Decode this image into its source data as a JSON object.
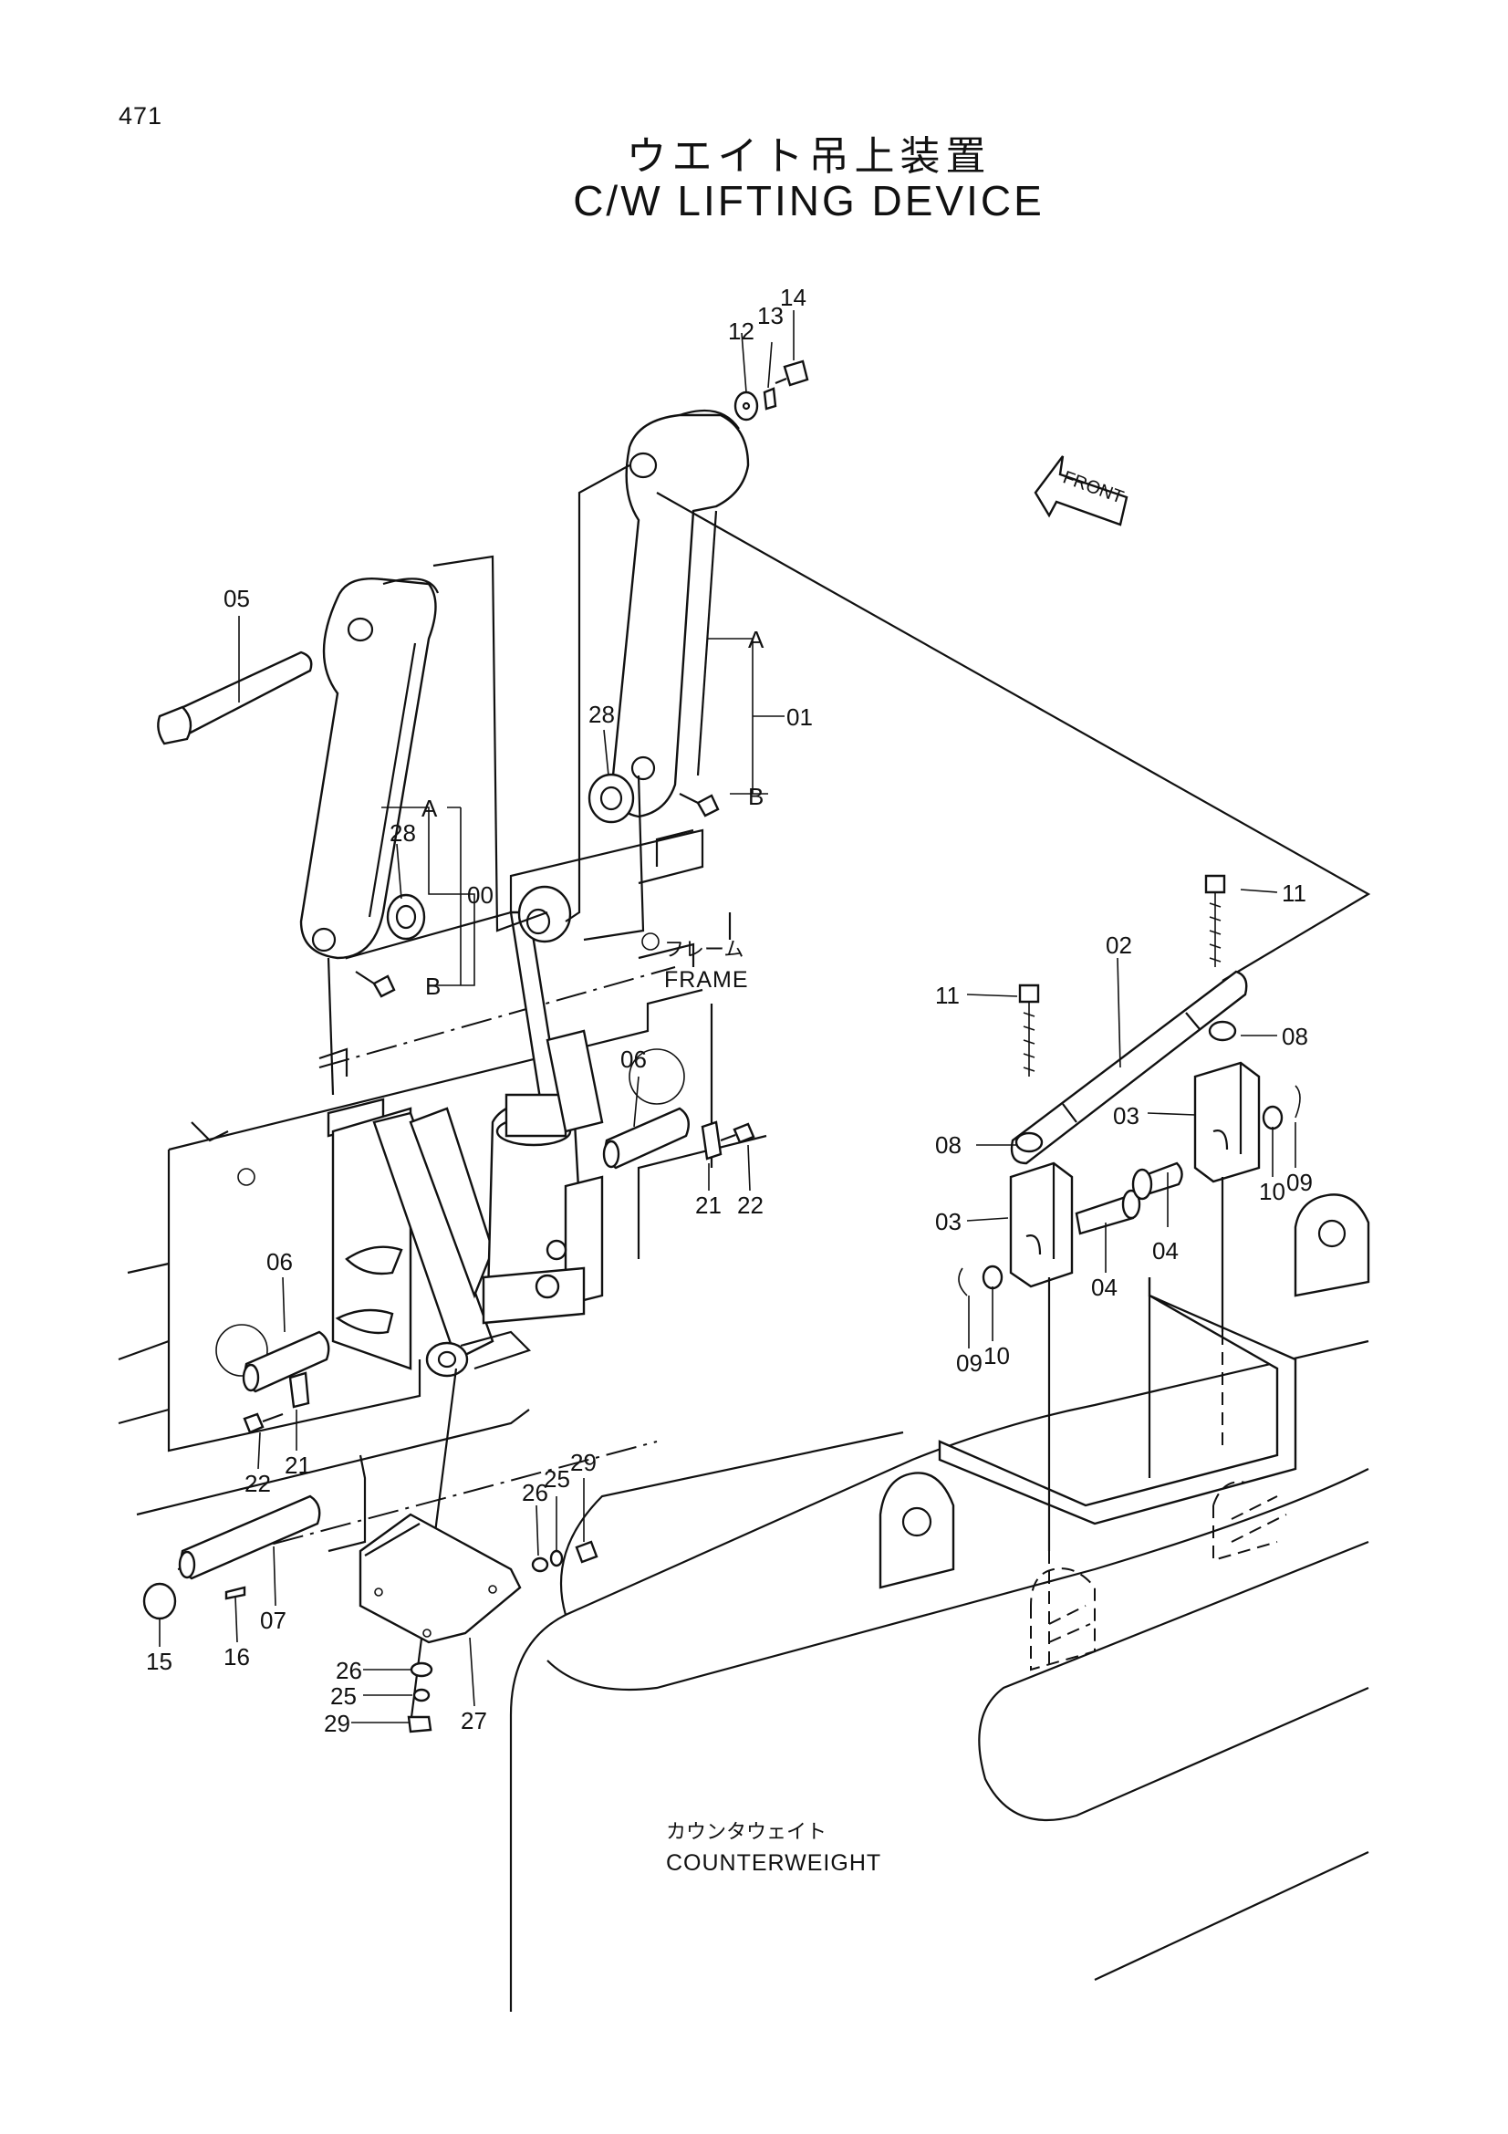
{
  "page_number": "471",
  "title_jp": "ウエイト吊上装置",
  "title_en": "C/W LIFTING DEVICE",
  "front_label": "FRONT",
  "frame_label_jp": "フレーム",
  "frame_label_en": "FRAME",
  "counterweight_label_jp": "カウンタウェイト",
  "counterweight_label_en": "COUNTERWEIGHT",
  "callouts": {
    "c00": "00",
    "c01": "01",
    "c02": "02",
    "c03a": "03",
    "c03b": "03",
    "c04a": "04",
    "c04b": "04",
    "c05": "05",
    "c06a": "06",
    "c06b": "06",
    "c07": "07",
    "c08a": "08",
    "c08b": "08",
    "c09a": "09",
    "c09b": "09",
    "c10a": "10",
    "c10b": "10",
    "c11a": "11",
    "c11b": "11",
    "c12": "12",
    "c13": "13",
    "c14": "14",
    "c15": "15",
    "c16": "16",
    "c21a": "21",
    "c21b": "21",
    "c22a": "22",
    "c22b": "22",
    "c25a": "25",
    "c25b": "25",
    "c26a": "26",
    "c26b": "26",
    "c27": "27",
    "c28a": "28",
    "c28b": "28",
    "c29a": "29",
    "c29b": "29",
    "cA1": "A",
    "cB1": "B",
    "cA2": "A",
    "cB2": "B"
  }
}
